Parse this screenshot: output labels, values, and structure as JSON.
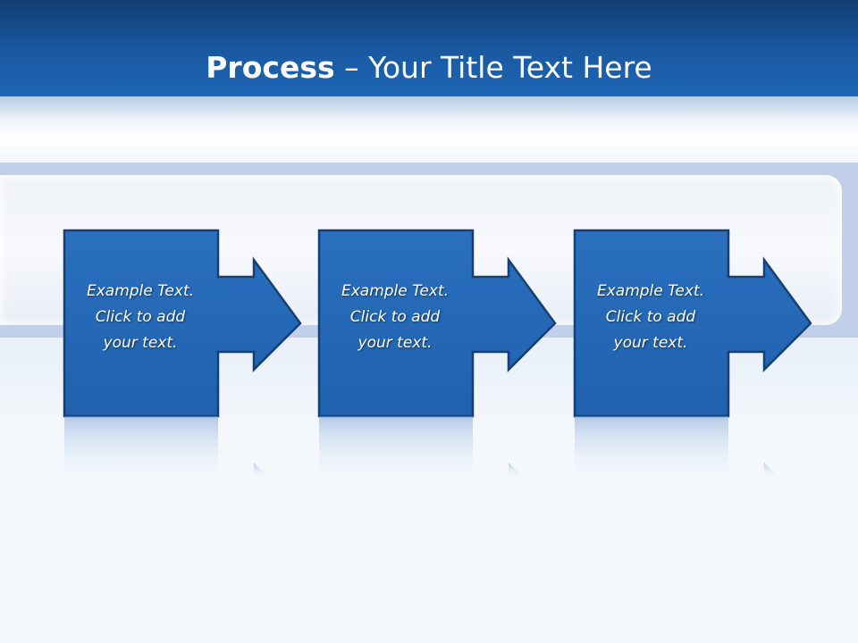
{
  "title": {
    "bold": "Process",
    "rest": " – Your Title Text Here"
  },
  "steps": [
    {
      "text": "Example Text.\nClick  to add\nyour text."
    },
    {
      "text": "Example Text.\nClick  to add\nyour text."
    },
    {
      "text": "Example Text.\nClick  to add\nyour text."
    }
  ],
  "colors": {
    "header": "#1a5aa3",
    "box": "#2166b5",
    "box_border": "#163f74",
    "band": "#c2cfe9"
  }
}
